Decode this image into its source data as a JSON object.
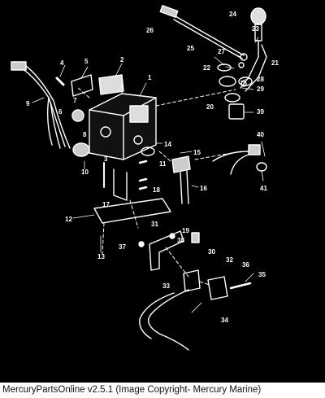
{
  "caption": "MercuryPartsOnline v2.5.1 (Image Copyright- Mercury Marine)",
  "colors": {
    "background": "#000000",
    "line": "#ffffff",
    "caption_bg": "#ffffff",
    "caption_text": "#111111"
  },
  "callouts": [
    "1",
    "2",
    "3",
    "4",
    "5",
    "6",
    "7",
    "8",
    "9",
    "10",
    "11",
    "12",
    "13",
    "14",
    "15",
    "16",
    "17",
    "18",
    "19",
    "20",
    "21",
    "22",
    "23",
    "24",
    "25",
    "26",
    "27",
    "28",
    "29",
    "30",
    "31",
    "32",
    "33",
    "34",
    "35",
    "36",
    "37",
    "38",
    "39",
    "40",
    "41"
  ]
}
